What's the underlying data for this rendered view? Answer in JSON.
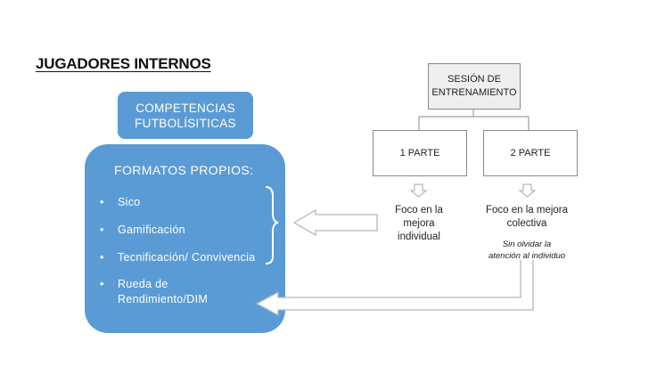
{
  "title": "JUGADORES INTERNOS",
  "competencias": {
    "line1": "COMPETENCIAS",
    "line2": "FUTBOLÍSITICAS"
  },
  "formatos": {
    "title": "FORMATOS PROPIOS:",
    "items": [
      {
        "bullet": "•",
        "line1": "Sico",
        "line2": ""
      },
      {
        "bullet": "•",
        "line1": "Gamificación",
        "line2": ""
      },
      {
        "bullet": "•",
        "line1": "Tecnificación/ Convivencia",
        "line2": ""
      },
      {
        "bullet": "•",
        "line1": "Rueda de",
        "line2": "Rendimiento/DIM"
      }
    ]
  },
  "tree": {
    "root_line1": "SESIÓN DE",
    "root_line2": "ENTRENAMIENTO",
    "part1": "1 PARTE",
    "part2": "2 PARTE",
    "focus1": [
      "Foco en la",
      "mejora",
      "individual"
    ],
    "focus2": [
      "Foco en la mejora",
      "colectiva"
    ],
    "note2": [
      "Sin olvidar la",
      "atención al individuo"
    ]
  },
  "colors": {
    "accent_blue": "#5b9bd5",
    "node_border": "#8a8a8a",
    "root_fill": "#efefef",
    "arrow_outline": "#aeb8c6"
  }
}
